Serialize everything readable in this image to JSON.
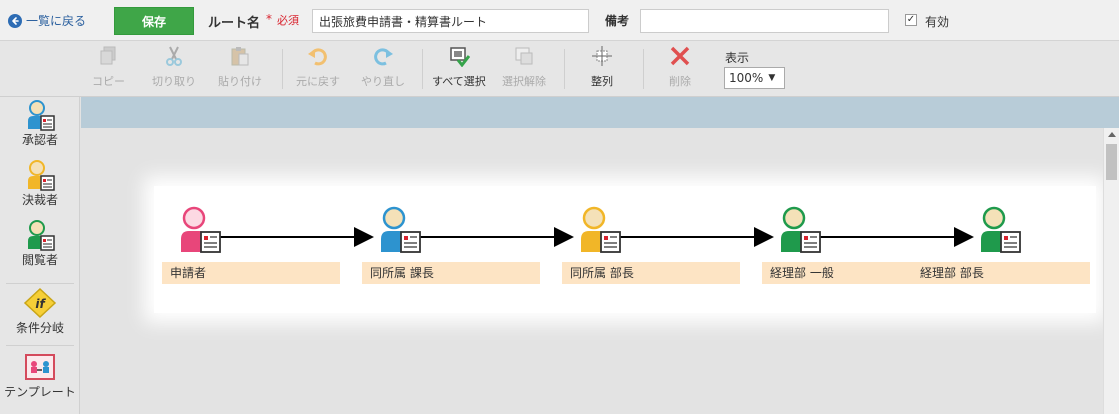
{
  "header": {
    "back_label": "一覧に戻る",
    "save_label": "保存",
    "route_name_label": "ルート名",
    "required_star": "*",
    "required_text": "必須",
    "route_name_value": "出張旅費申請書・精算書ルート",
    "memo_label": "備考",
    "memo_value": "",
    "active_label": "有効",
    "active_checked": true
  },
  "toolbar": {
    "copy": "コピー",
    "cut": "切り取り",
    "paste": "貼り付け",
    "undo": "元に戻す",
    "redo": "やり直し",
    "select_all": "すべて選択",
    "deselect": "選択解除",
    "align": "整列",
    "delete": "削除",
    "zoom_label": "表示",
    "zoom_value": "100%"
  },
  "palette": {
    "approver": "承認者",
    "decider": "決裁者",
    "viewer": "閲覧者",
    "condition": "条件分岐",
    "condition_icon_text": "if",
    "template": "テンプレート"
  },
  "route": {
    "nodes": [
      {
        "label": "申請者",
        "color": "#e8467a",
        "icon": "applicant-person-icon"
      },
      {
        "label": "同所属 課長",
        "color": "#2d93cf",
        "icon": "approver-person-icon"
      },
      {
        "label": "同所属 部長",
        "color": "#f1b628",
        "icon": "decider-person-icon"
      },
      {
        "label": "経理部 一般",
        "color": "#1f9a4c",
        "icon": "viewer-person-icon"
      },
      {
        "label": "経理部 部長",
        "color": "#1f9a4c",
        "icon": "viewer-person-icon"
      }
    ]
  },
  "colors": {
    "save_green": "#3fa648",
    "label_bg": "#fde4c4",
    "canvas_header": "#b8ccd8",
    "required_red": "#d9232e",
    "link_blue": "#2d6cb4"
  }
}
